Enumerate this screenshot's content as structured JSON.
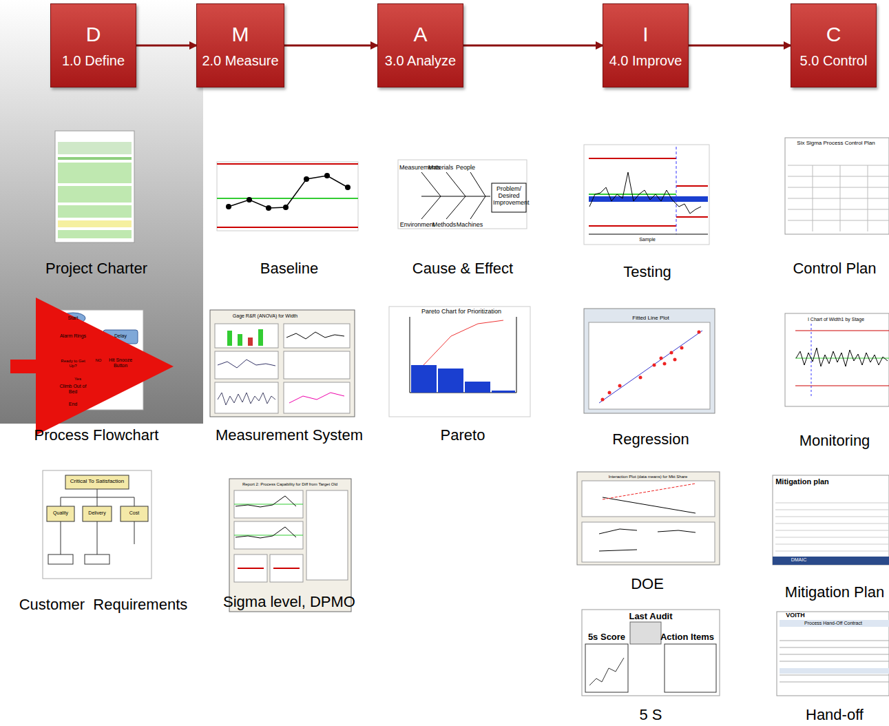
{
  "diagram": {
    "nodes": [
      {
        "text": [
          "D",
          "1.0 Define"
        ]
      },
      {
        "text": [
          "M",
          "2.0 Measure"
        ]
      },
      {
        "text": [
          "A",
          "3.0 Analyze"
        ]
      },
      {
        "text": [
          "I",
          "4.0 Improve"
        ]
      },
      {
        "text": [
          "C",
          "5.0 Control"
        ]
      }
    ],
    "edges": [
      {
        "from": 0,
        "to": 1,
        "arrow": "to"
      },
      {
        "from": 1,
        "to": 2,
        "arrow": "to"
      },
      {
        "from": 2,
        "to": 3,
        "arrow": "to"
      },
      {
        "from": 3,
        "to": 4,
        "arrow": "to"
      }
    ],
    "labels": [
      "Project Charter",
      "Process Flowchart",
      "Customer  Requirements",
      "Baseline",
      "Measurement System",
      "Sigma level, DPMO",
      "Cause & Effect",
      "Pareto",
      "Testing",
      "Regression",
      "DOE",
      "5 S",
      "Control Plan",
      "Monitoring",
      "Mitigation Plan",
      "Hand-off",
      "Measurements",
      "Materials",
      "People",
      "Environment",
      "Methods",
      "Machines",
      "Problem/ Desired Improvement",
      "Pareto Chart for Prioritization",
      "Start",
      "Alarm Rings",
      "Delay",
      "Ready to Get Up?",
      "NO",
      "Hit Snooze Button",
      "Yes",
      "Climb Out of Bed",
      "End",
      "Critical To Satisfaction",
      "Quality",
      "Delivery",
      "Cost",
      "Last Audit",
      "5s Score",
      "Action Items",
      "Six Sigma Process Control Plan",
      "Mitigation plan",
      "DMAIC",
      "VOITH",
      "Process Hand-Off Contract",
      "Fitted Line Plot",
      "Gage R&R (ANOVA) for Width",
      "Report 2: Process Capability for Diff from Target Old",
      "I Chart of Width1 by Stage",
      "Sample",
      "Interaction Plot (data means) for Mkt Share"
    ]
  }
}
